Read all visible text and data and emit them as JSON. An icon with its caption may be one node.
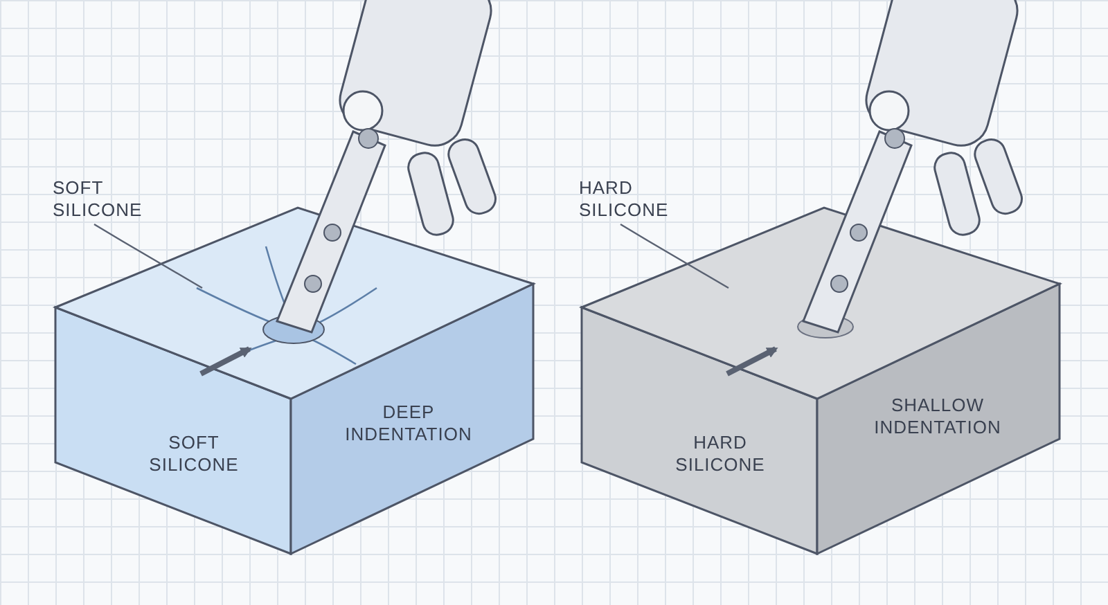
{
  "diagram": {
    "nodes": [
      {
        "text": [
          "SOFT SILICONE"
        ]
      },
      {
        "text": [],
        "shape": "box"
      },
      {
        "text": [
          "HARD SILICONE"
        ]
      },
      {
        "text": [],
        "shape": "box"
      }
    ],
    "edges": [
      {
        "from": 0,
        "to": 1,
        "arrow": "none"
      },
      {
        "from": 2,
        "to": 3,
        "arrow": "none"
      }
    ],
    "labels": [
      "SOFT SILICONE",
      "DEEP INDENTATION",
      "HARD SILICONE",
      "SHALLOW INDENTATION"
    ]
  }
}
